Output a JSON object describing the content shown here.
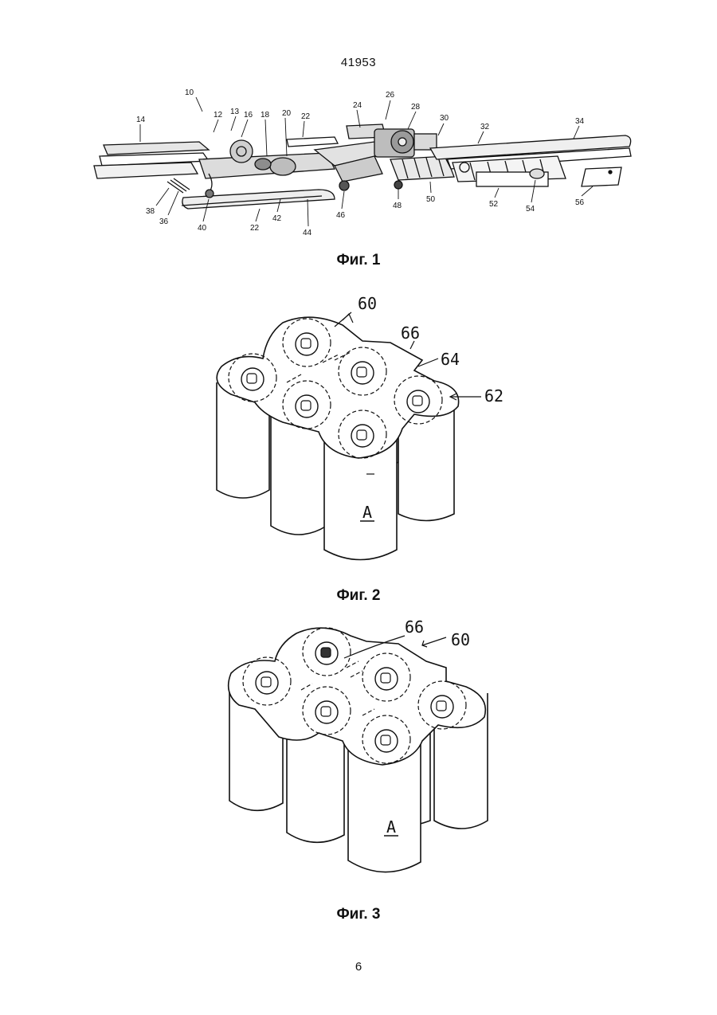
{
  "header": {
    "doc_number": "41953"
  },
  "footer": {
    "page_number": "6"
  },
  "figures": [
    {
      "caption": "Фиг. 1",
      "labels": [
        "10",
        "12",
        "13",
        "14",
        "16",
        "18",
        "20",
        "22",
        "24",
        "26",
        "28",
        "30",
        "32",
        "34",
        "36",
        "38",
        "40",
        "22",
        "42",
        "44",
        "46",
        "48",
        "50",
        "52",
        "54",
        "56"
      ]
    },
    {
      "caption": "Фиг. 2",
      "labels": [
        "60",
        "66",
        "64",
        "62",
        "A"
      ]
    },
    {
      "caption": "Фиг. 3",
      "labels": [
        "66",
        "60",
        "A"
      ]
    }
  ]
}
